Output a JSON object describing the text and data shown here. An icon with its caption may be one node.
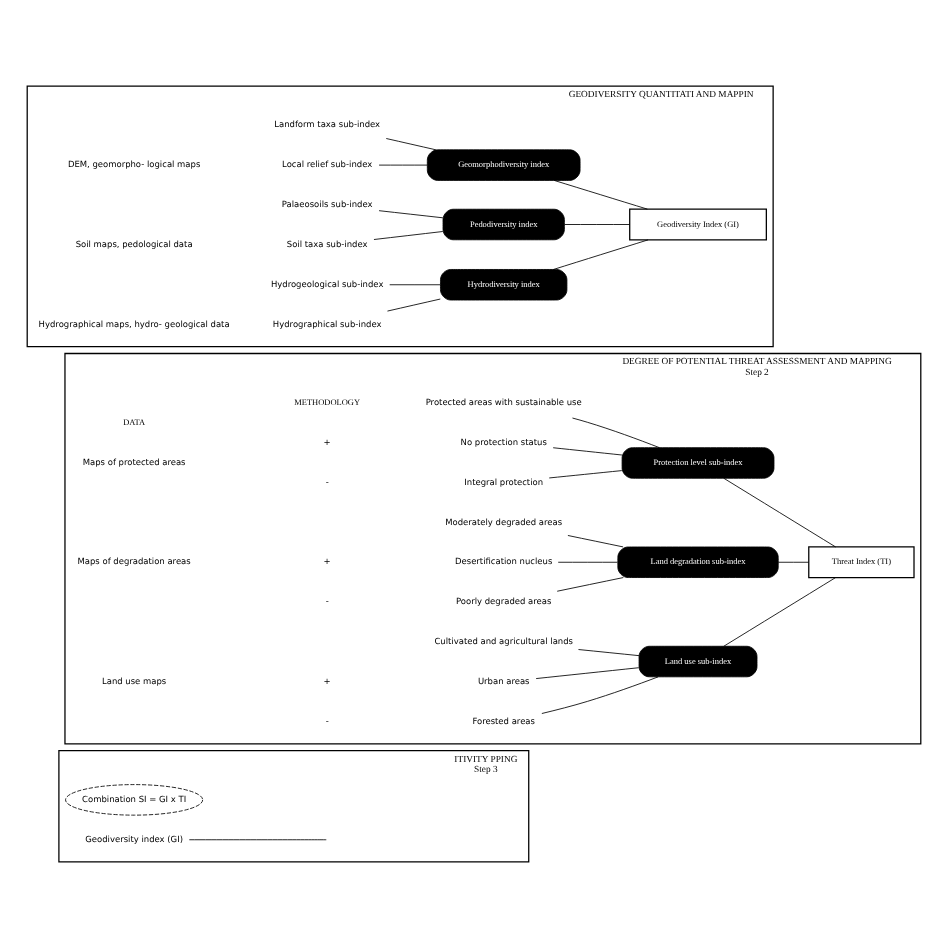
{
  "diagram": {
    "nodes": [
      {
        "text": [
          "GEODIVERSITY QUANTITATI AND MAPPIN"
        ]
      },
      {
        "text": [
          "Local relief sub-index"
        ],
        "in": 0
      },
      {
        "text": [
          "Landform taxa sub-index"
        ],
        "in": 0
      },
      {
        "text": [
          "Geomorphodiversity index"
        ],
        "in": 0
      },
      {
        "text": [
          "Soil taxa sub-index"
        ],
        "in": 0
      },
      {
        "text": [
          "Palaeosoils sub-index"
        ],
        "in": 0
      },
      {
        "text": [
          "Pedodiversity index"
        ],
        "in": 0
      },
      {
        "text": [
          "Hydrographical sub-index"
        ],
        "in": 0
      },
      {
        "text": [
          "Hydrogeological sub-index"
        ],
        "in": 0
      },
      {
        "text": [
          "Hydrodiversity index"
        ],
        "in": 0
      },
      {
        "text": [
          "Geodiversity Index (GI)"
        ],
        "in": 0
      },
      {
        "text": [
          "DEGREE OF POTENTIAL THREAT ASSESSMENT AND MAPPING",
          "Step 2"
        ]
      },
      {
        "text": [
          "No protection status"
        ],
        "in": 11
      },
      {
        "text": [
          "Protected areas with sustainable use"
        ],
        "in": 11
      },
      {
        "text": [
          "Integral protection"
        ],
        "in": 11
      },
      {
        "text": [
          "Protection level sub-index"
        ],
        "in": 11
      },
      {
        "text": [
          "Desertification nucleus"
        ],
        "in": 11
      },
      {
        "text": [
          "Moderately degraded areas"
        ],
        "in": 11
      },
      {
        "text": [
          "Poorly degraded areas"
        ],
        "in": 11
      },
      {
        "text": [
          "Land degradation sub-index"
        ],
        "in": 11
      },
      {
        "text": [
          "Urban areas"
        ],
        "in": 11
      },
      {
        "text": [
          "Cultivated and agricultural lands"
        ],
        "in": 11
      },
      {
        "text": [
          "Forested areas"
        ],
        "in": 11
      },
      {
        "text": [
          "Land use sub-index"
        ],
        "in": 11
      },
      {
        "text": [
          "Threat Index (TI)"
        ],
        "in": 11
      },
      {
        "text": [
          "ITIVITY PPING",
          "Step 3"
        ]
      },
      {
        "text": [
          "Combination SI = GI x TI"
        ],
        "in": 25
      },
      {
        "text": [
          "Geodiversity index (GI)"
        ],
        "in": 25
      }
    ],
    "edges": [
      {
        "from": 1,
        "to": 3,
        "arrow": "none"
      },
      {
        "from": 2,
        "to": 3,
        "arrow": "none"
      },
      {
        "from": 4,
        "to": 6,
        "arrow": "none"
      },
      {
        "from": 5,
        "to": 6,
        "arrow": "none"
      },
      {
        "from": 7,
        "to": 9,
        "arrow": "none"
      },
      {
        "from": 8,
        "to": 9,
        "arrow": "none"
      },
      {
        "from": 3,
        "to": 10,
        "arrow": "none"
      },
      {
        "from": 6,
        "to": 10,
        "arrow": "none"
      },
      {
        "from": 9,
        "to": 10,
        "arrow": "none"
      },
      {
        "from": 12,
        "to": 15,
        "arrow": "none"
      },
      {
        "from": 13,
        "to": 15,
        "arrow": "none"
      },
      {
        "from": 14,
        "to": 15,
        "arrow": "none"
      },
      {
        "from": 16,
        "to": 19,
        "arrow": "none"
      },
      {
        "from": 17,
        "to": 19,
        "arrow": "none"
      },
      {
        "from": 18,
        "to": 19,
        "arrow": "none"
      },
      {
        "from": 20,
        "to": 23,
        "arrow": "none"
      },
      {
        "from": 21,
        "to": 23,
        "arrow": "none"
      },
      {
        "from": 22,
        "to": 23,
        "arrow": "none"
      },
      {
        "from": 15,
        "to": 24,
        "arrow": "none"
      },
      {
        "from": 19,
        "to": 24,
        "arrow": "none"
      },
      {
        "from": 23,
        "to": 24,
        "arrow": "none"
      },
      {
        "from": 27,
        "to": null,
        "arrow": "none"
      }
    ],
    "labels": [
      "DEM, geomorpho- logical maps",
      "Soil maps, pedological data",
      "Hydrographical maps, hydro- geological data",
      "DATA",
      "METHODOLOGY",
      "+",
      "Maps of protected areas",
      "-",
      "+",
      "Maps of degradation areas",
      "-",
      "+",
      "Land use maps",
      "-"
    ]
  }
}
